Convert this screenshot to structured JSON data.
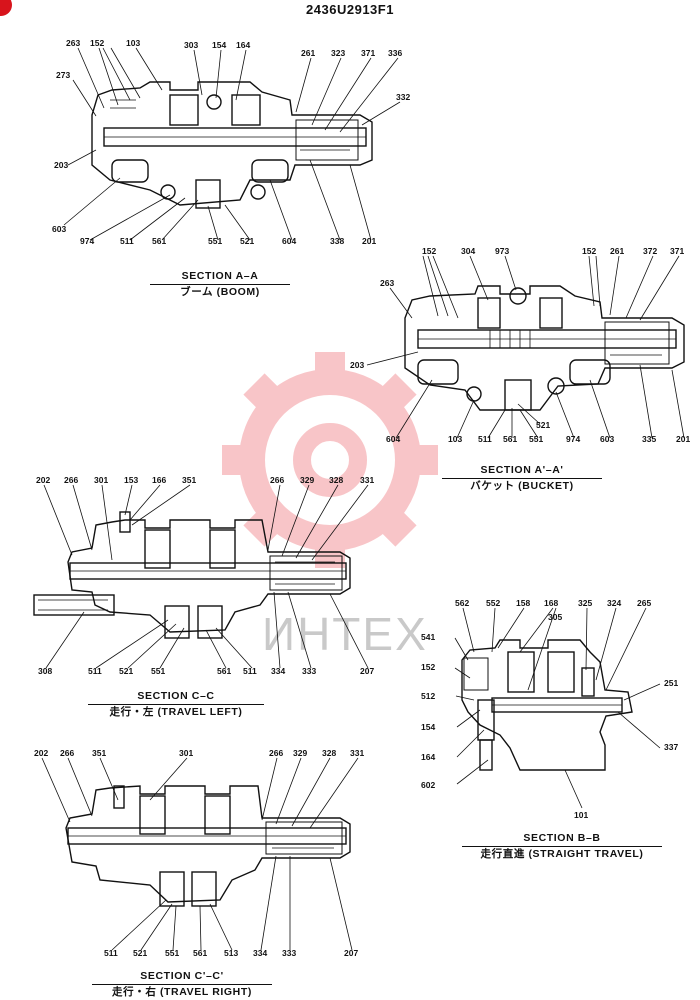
{
  "doc_number": "2436U2913F1",
  "watermark": {
    "text": "ИНТЕХ",
    "color": "#e8343c"
  },
  "sections": {
    "aa": {
      "title": "SECTION  A–A",
      "subtitle": "ブーム (BOOM)",
      "labels": [
        "263",
        "152",
        "103",
        "303",
        "154",
        "164",
        "261",
        "323",
        "371",
        "336",
        "273",
        "332",
        "203",
        "603",
        "974",
        "511",
        "561",
        "551",
        "521",
        "604",
        "338",
        "201"
      ]
    },
    "a2": {
      "title": "SECTION  A'–A'",
      "subtitle": "バケット (BUCKET)",
      "labels": [
        "152",
        "304",
        "973",
        "152",
        "261",
        "372",
        "371",
        "263",
        "203",
        "604",
        "103",
        "511",
        "561",
        "551",
        "521",
        "974",
        "603",
        "335",
        "201"
      ]
    },
    "cc": {
      "title": "SECTION  C–C",
      "subtitle": "走行・左 (TRAVEL LEFT)",
      "labels": [
        "202",
        "266",
        "301",
        "153",
        "166",
        "351",
        "266",
        "329",
        "328",
        "331",
        "308",
        "511",
        "521",
        "551",
        "561",
        "511",
        "334",
        "333",
        "207"
      ]
    },
    "bb": {
      "title": "SECTION  B–B",
      "subtitle": "走行直進 (STRAIGHT TRAVEL)",
      "labels": [
        "562",
        "552",
        "158",
        "168",
        "305",
        "325",
        "324",
        "265",
        "541",
        "152",
        "512",
        "154",
        "164",
        "602",
        "251",
        "337",
        "101"
      ]
    },
    "c2": {
      "title": "SECTION  C'–C'",
      "subtitle": "走行・右 (TRAVEL RIGHT)",
      "labels": [
        "202",
        "266",
        "351",
        "301",
        "266",
        "329",
        "328",
        "331",
        "511",
        "521",
        "551",
        "561",
        "513",
        "334",
        "333",
        "207"
      ]
    }
  }
}
